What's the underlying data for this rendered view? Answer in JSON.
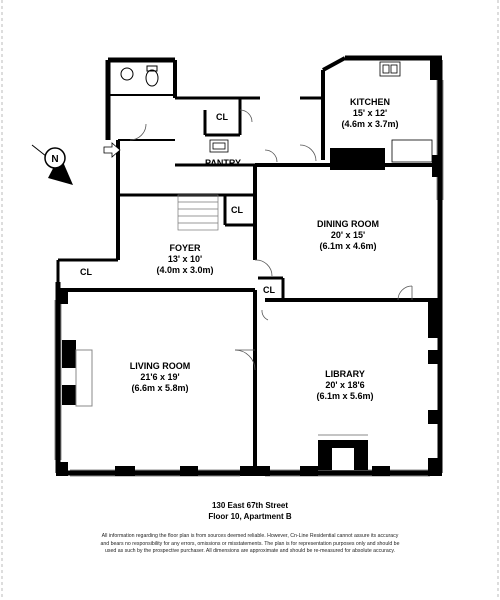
{
  "rooms": {
    "kitchen": {
      "name": "KITCHEN",
      "dim1": "15' x 12'",
      "dim2": "(4.6m x 3.7m)"
    },
    "pantry": {
      "name": "PANTRY"
    },
    "dining": {
      "name": "DINING ROOM",
      "dim1": "20' x 15'",
      "dim2": "(6.1m x 4.6m)"
    },
    "foyer": {
      "name": "FOYER",
      "dim1": "13' x 10'",
      "dim2": "(4.0m x 3.0m)"
    },
    "living": {
      "name": "LIVING ROOM",
      "dim1": "21'6 x 19'",
      "dim2": "(6.6m x 5.8m)"
    },
    "library": {
      "name": "LIBRARY",
      "dim1": "20' x 18'6",
      "dim2": "(6.1m x 5.6m)"
    }
  },
  "closets": {
    "label": "CL"
  },
  "compass": {
    "letter": "N"
  },
  "address": {
    "line1": "130 East 67th Street",
    "line2": "Floor 10, Apartment B"
  },
  "disclaimer": {
    "line1": "All information regarding the floor plan is from sources deemed reliable.  However, Cn-Line Residential cannot assure its accuracy",
    "line2": "and bears no responsibility for any errors, omissions or misstatements.  The plan is for representation purposes only and should be",
    "line3": "used as such by the prospective purchaser.  All dimensions are approximate and should be re-measured for absolute accuracy."
  }
}
